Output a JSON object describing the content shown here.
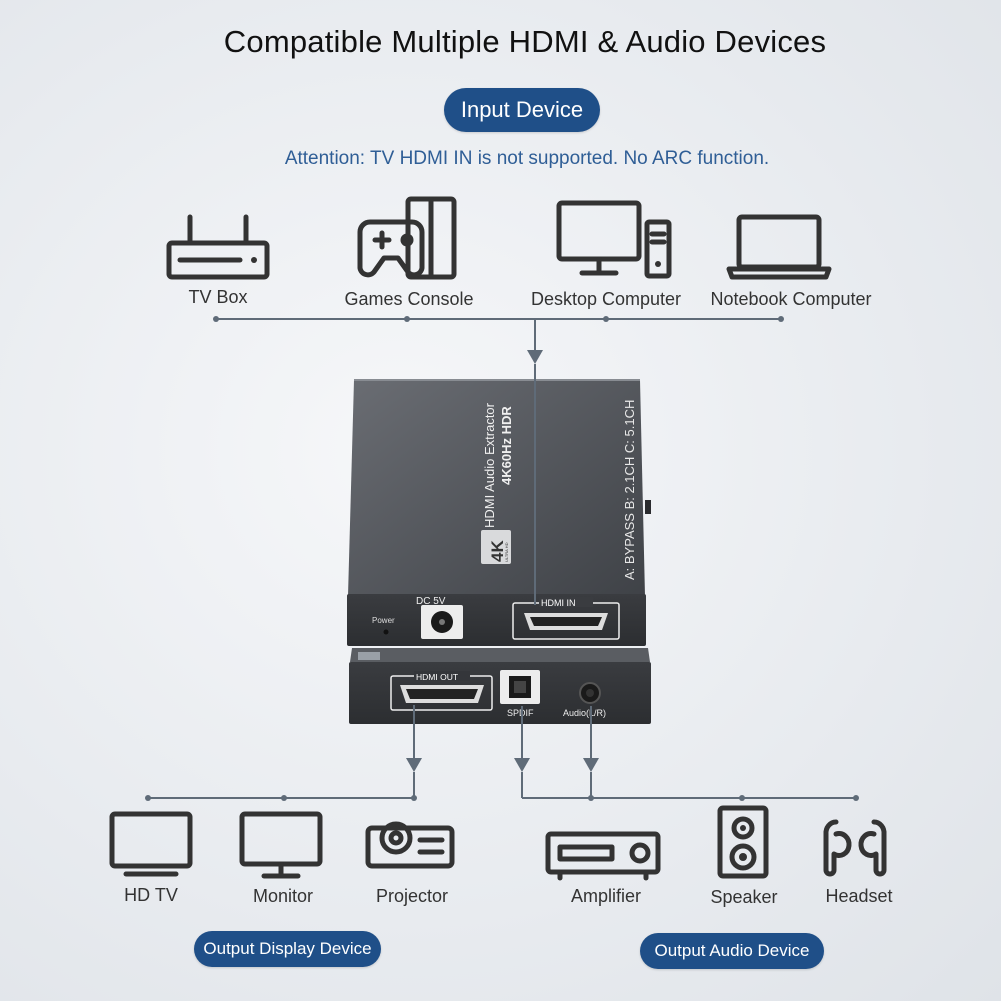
{
  "title": "Compatible Multiple HDMI & Audio Devices",
  "input_badge": "Input Device",
  "attention": "Attention: TV HDMI IN is not supported. No ARC function.",
  "inputs": [
    {
      "label": "TV Box",
      "icon": "router-box-icon"
    },
    {
      "label": "Games Console",
      "icon": "game-console-icon"
    },
    {
      "label": "Desktop Computer",
      "icon": "desktop-computer-icon"
    },
    {
      "label": "Notebook Computer",
      "icon": "laptop-icon"
    }
  ],
  "device": {
    "name": "HDMI Audio Extractor",
    "spec": "4K60Hz HDR",
    "badge_big": "4K",
    "badge_small": "ULTRA HD",
    "modes": "A: BYPASS  B: 2.1CH  C: 5.1CH",
    "power_label": "Power",
    "dc_label": "DC 5V",
    "hdmi_in_label": "HDMI IN",
    "hdmi_out_label": "HDMI OUT",
    "spdif_label": "SPDIF",
    "audio_label": "Audio(L/R)"
  },
  "display_outputs": [
    {
      "label": "HD TV",
      "icon": "tv-icon"
    },
    {
      "label": "Monitor",
      "icon": "monitor-icon"
    },
    {
      "label": "Projector",
      "icon": "projector-icon"
    }
  ],
  "audio_outputs": [
    {
      "label": "Amplifier",
      "icon": "amplifier-icon"
    },
    {
      "label": "Speaker",
      "icon": "speaker-icon"
    },
    {
      "label": "Headset",
      "icon": "earbuds-icon"
    }
  ],
  "output_display_badge": "Output Display Device",
  "output_audio_badge": "Output Audio Device",
  "colors": {
    "badge": "#1f4f88",
    "attention": "#2f5e96",
    "connector": "#5f6b78",
    "device_body": "#4a4d53"
  }
}
